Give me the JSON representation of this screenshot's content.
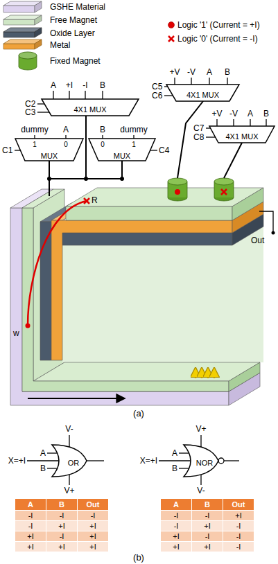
{
  "diagram": {
    "nodes": [
      {
        "text": [
          "4X1 MUX"
        ]
      },
      {
        "text": [
          "4X1 MUX"
        ]
      },
      {
        "text": [
          "4X1 MUX"
        ]
      },
      {
        "text": [
          "MUX"
        ]
      },
      {
        "text": [
          "MUX"
        ]
      },
      {
        "text": [
          "OR"
        ]
      },
      {
        "text": [
          "NOR"
        ]
      }
    ],
    "labels": [
      "+V",
      "-V",
      "A",
      "B",
      "A",
      "+I",
      "-I",
      "B",
      "C5",
      "C6",
      "C2",
      "C3",
      "+V",
      "-V",
      "A",
      "B",
      "C7",
      "C8",
      "dummy",
      "A",
      "B",
      "dummy",
      "1",
      "0",
      "0",
      "1",
      "C1",
      "C4",
      "R",
      "Out",
      "w",
      "(a)",
      "V-",
      "V+",
      "A",
      "A",
      "X=+I",
      "X=+I",
      "B",
      "B",
      "V+",
      "V-",
      "A",
      "B",
      "Out",
      "-I",
      "-I",
      "-I",
      "-I",
      "+I",
      "+I",
      "+I",
      "-I",
      "+I",
      "+I",
      "+I",
      "+I",
      "A",
      "B",
      "Out",
      "-I",
      "-I",
      "+I",
      "-I",
      "+I",
      "-I",
      "+I",
      "-I",
      "-I",
      "+I",
      "+I",
      "-I",
      "(b)"
    ],
    "legend": [
      {
        "text": "GSHE Material",
        "color": "#ddd2ef"
      },
      {
        "text": "Free Magnet",
        "color": "#cfe6c5"
      },
      {
        "text": "Oxide Layer",
        "color": "#4b5a6b"
      },
      {
        "text": "Metal",
        "color": "#f0a23a"
      },
      {
        "text": "Fixed Magnet",
        "color": "#6aab2e"
      },
      {
        "text": "Logic '1' (Current = +I)"
      },
      {
        "text": "Logic '0' (Current = -I)"
      }
    ]
  }
}
